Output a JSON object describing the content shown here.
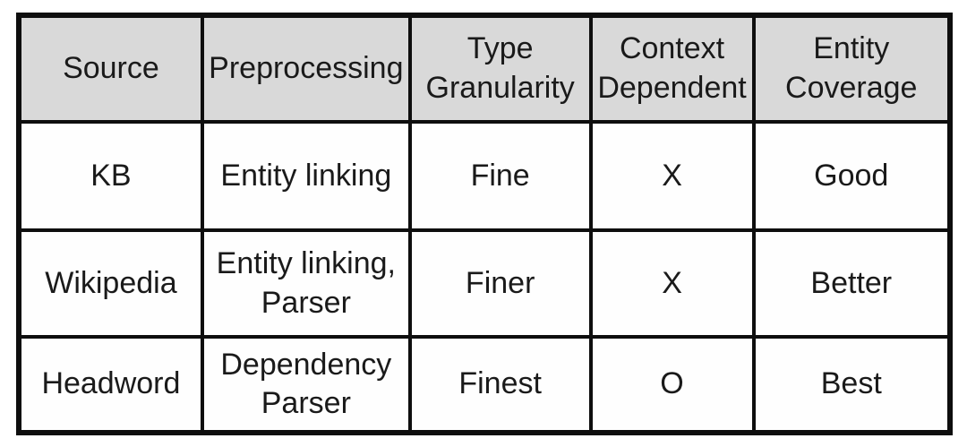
{
  "figure": {
    "kind": "comparison-table",
    "colors": {
      "page_bg": "#ffffff",
      "header_bg": "#d9d9d9",
      "border": "#0e0e0e",
      "text": "#1a1a1a"
    }
  },
  "table": {
    "header": [
      "Source",
      "Preprocessing",
      "Type Granularity",
      "Context Dependent",
      "Entity Coverage"
    ],
    "rows": [
      {
        "cells": [
          "KB",
          "Entity linking",
          "Fine",
          "X",
          "Good"
        ]
      },
      {
        "cells": [
          "Wikipedia",
          "Entity linking, Parser",
          "Finer",
          "X",
          "Better"
        ]
      },
      {
        "cells": [
          "Headword",
          "Dependency Parser",
          "Finest",
          "O",
          "Best"
        ]
      }
    ]
  }
}
